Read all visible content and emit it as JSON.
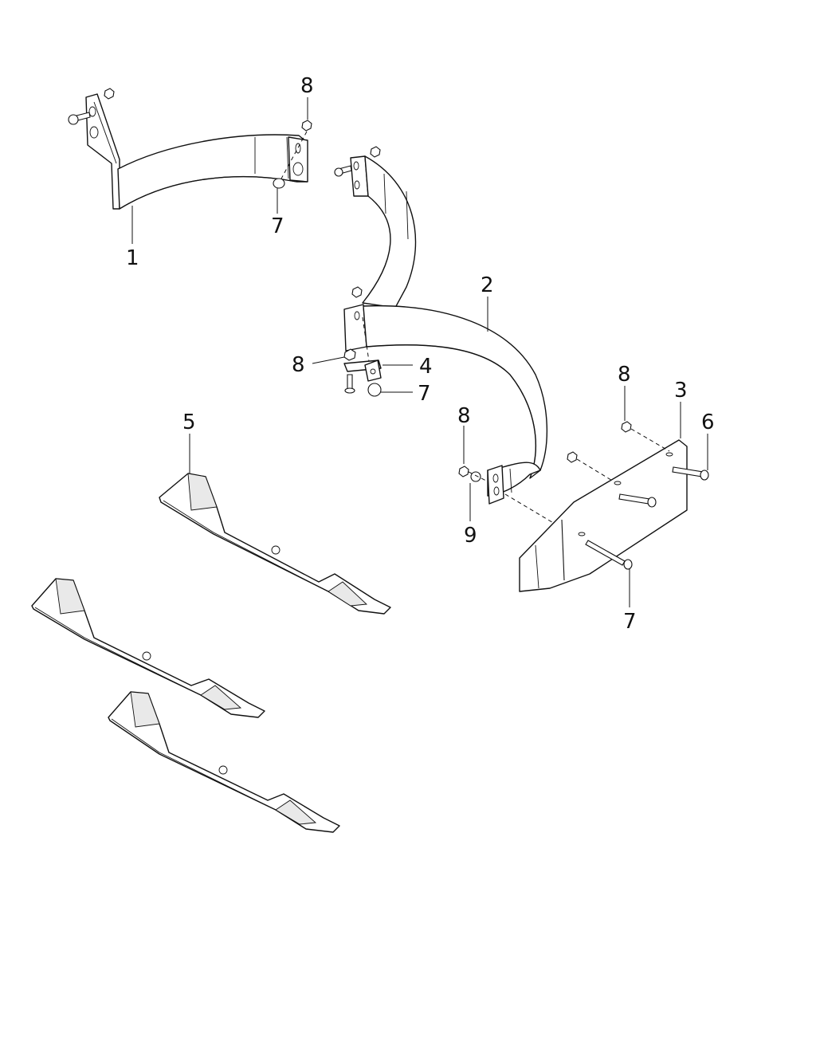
{
  "callouts": {
    "c1": "1",
    "c2": "2",
    "c3": "3",
    "c4": "4",
    "c5": "5",
    "c6": "6",
    "c7a": "7",
    "c7b": "7",
    "c7c": "7",
    "c8a": "8",
    "c8b": "8",
    "c8c": "8",
    "c8d": "8",
    "c9": "9"
  }
}
